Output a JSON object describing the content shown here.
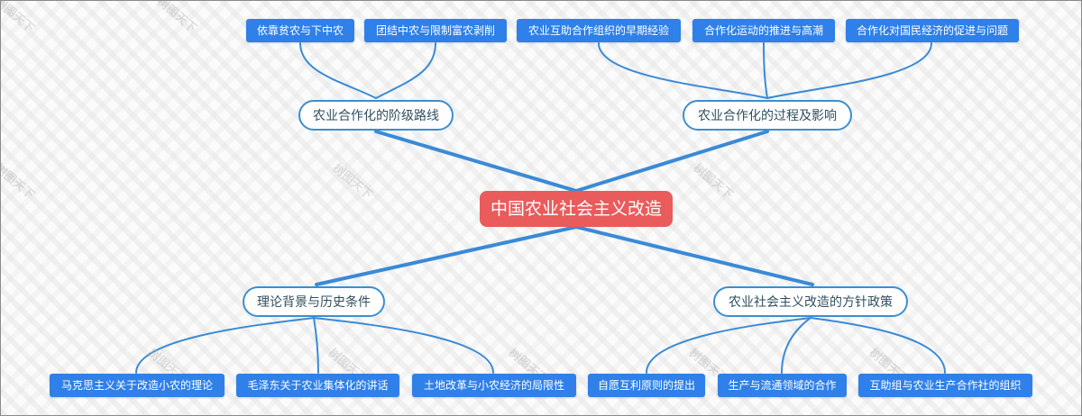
{
  "root": {
    "label": "中国农业社会主义改造",
    "color": "#ea5b5b"
  },
  "branches": [
    {
      "label": "农业合作化的阶级路线",
      "children": [
        "依靠贫农与下中农",
        "团结中农与限制富农剥削"
      ]
    },
    {
      "label": "农业合作化的过程及影响",
      "children": [
        "农业互助合作组织的早期经验",
        "合作化运动的推进与高潮",
        "合作化对国民经济的促进与问题"
      ]
    },
    {
      "label": "理论背景与历史条件",
      "children": [
        "马克思主义关于改造小农的理论",
        "毛泽东关于农业集体化的讲话",
        "土地改革与小农经济的局限性"
      ]
    },
    {
      "label": "农业社会主义改造的方针政策",
      "children": [
        "自愿互利原则的提出",
        "生产与流通领域的合作",
        "互助组与农业生产合作社的组织"
      ]
    }
  ],
  "colors": {
    "leaf": "#2f80e8",
    "link": "#3a8ad6",
    "branch_border": "#3b8fd0"
  },
  "watermark": "树图天下"
}
